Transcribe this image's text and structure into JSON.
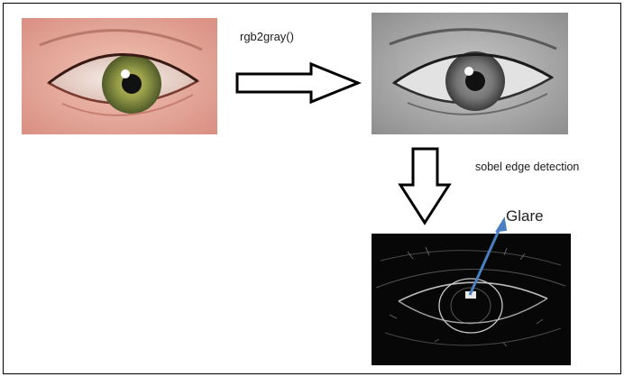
{
  "labels": {
    "rgb2gray": "rgb2gray()",
    "sobel": "sobel edge detection",
    "glare": "Glare"
  },
  "colors": {
    "skin": "#e3a898",
    "iris_outer": "#6f6a2e",
    "iris_inner": "#9aa04a",
    "glare_arrow": "#4a7fc0"
  }
}
